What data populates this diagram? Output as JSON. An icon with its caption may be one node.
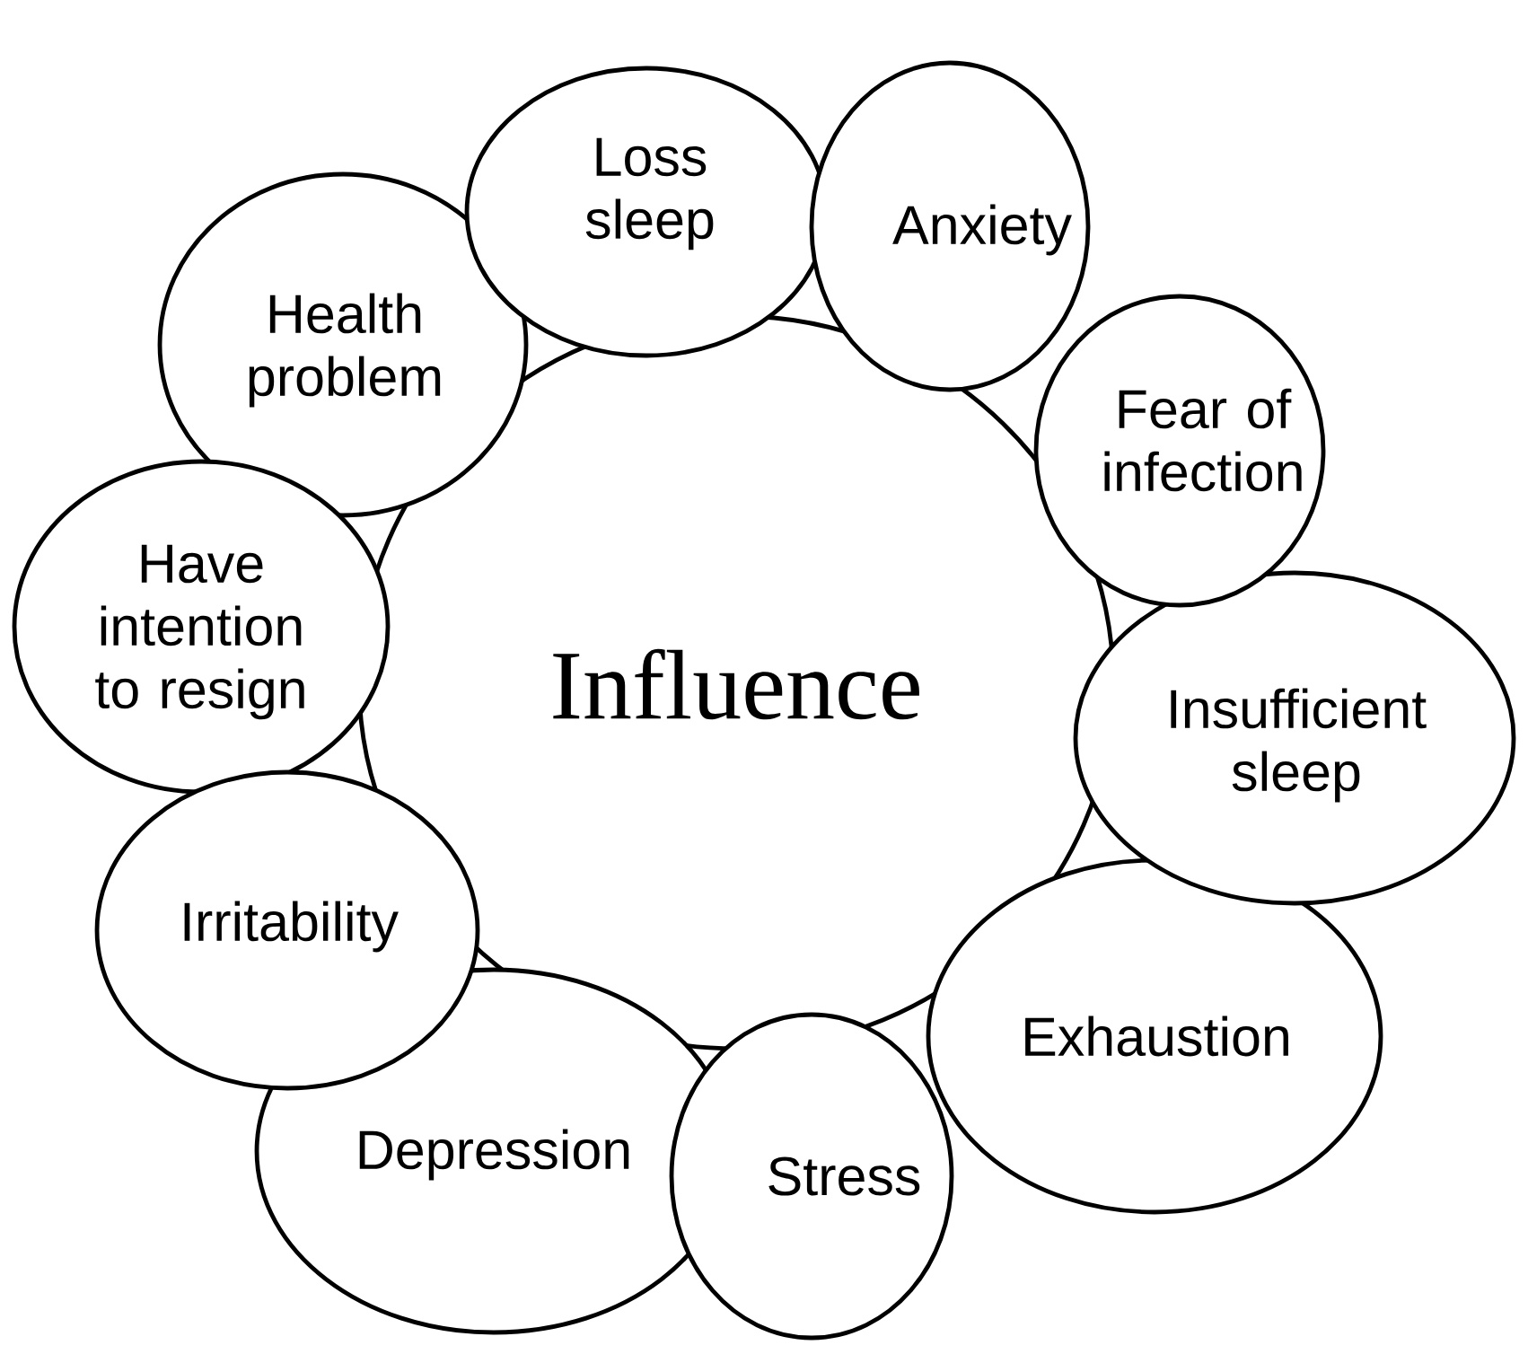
{
  "diagram": {
    "nodes": [
      {
        "text": [
          "Influence"
        ]
      },
      {
        "text": [
          "Loss sleep"
        ]
      },
      {
        "text": [
          "Anxiety"
        ]
      },
      {
        "text": [
          "Fear of infection"
        ]
      },
      {
        "text": [
          "Insufficient sleep"
        ]
      },
      {
        "text": [
          "Exhaustion"
        ]
      },
      {
        "text": [
          "Stress"
        ]
      },
      {
        "text": [
          "Depression"
        ]
      },
      {
        "text": [
          "Irritability"
        ]
      },
      {
        "text": [
          "Have intention to resign"
        ]
      },
      {
        "text": [
          "Health problem"
        ]
      }
    ]
  }
}
